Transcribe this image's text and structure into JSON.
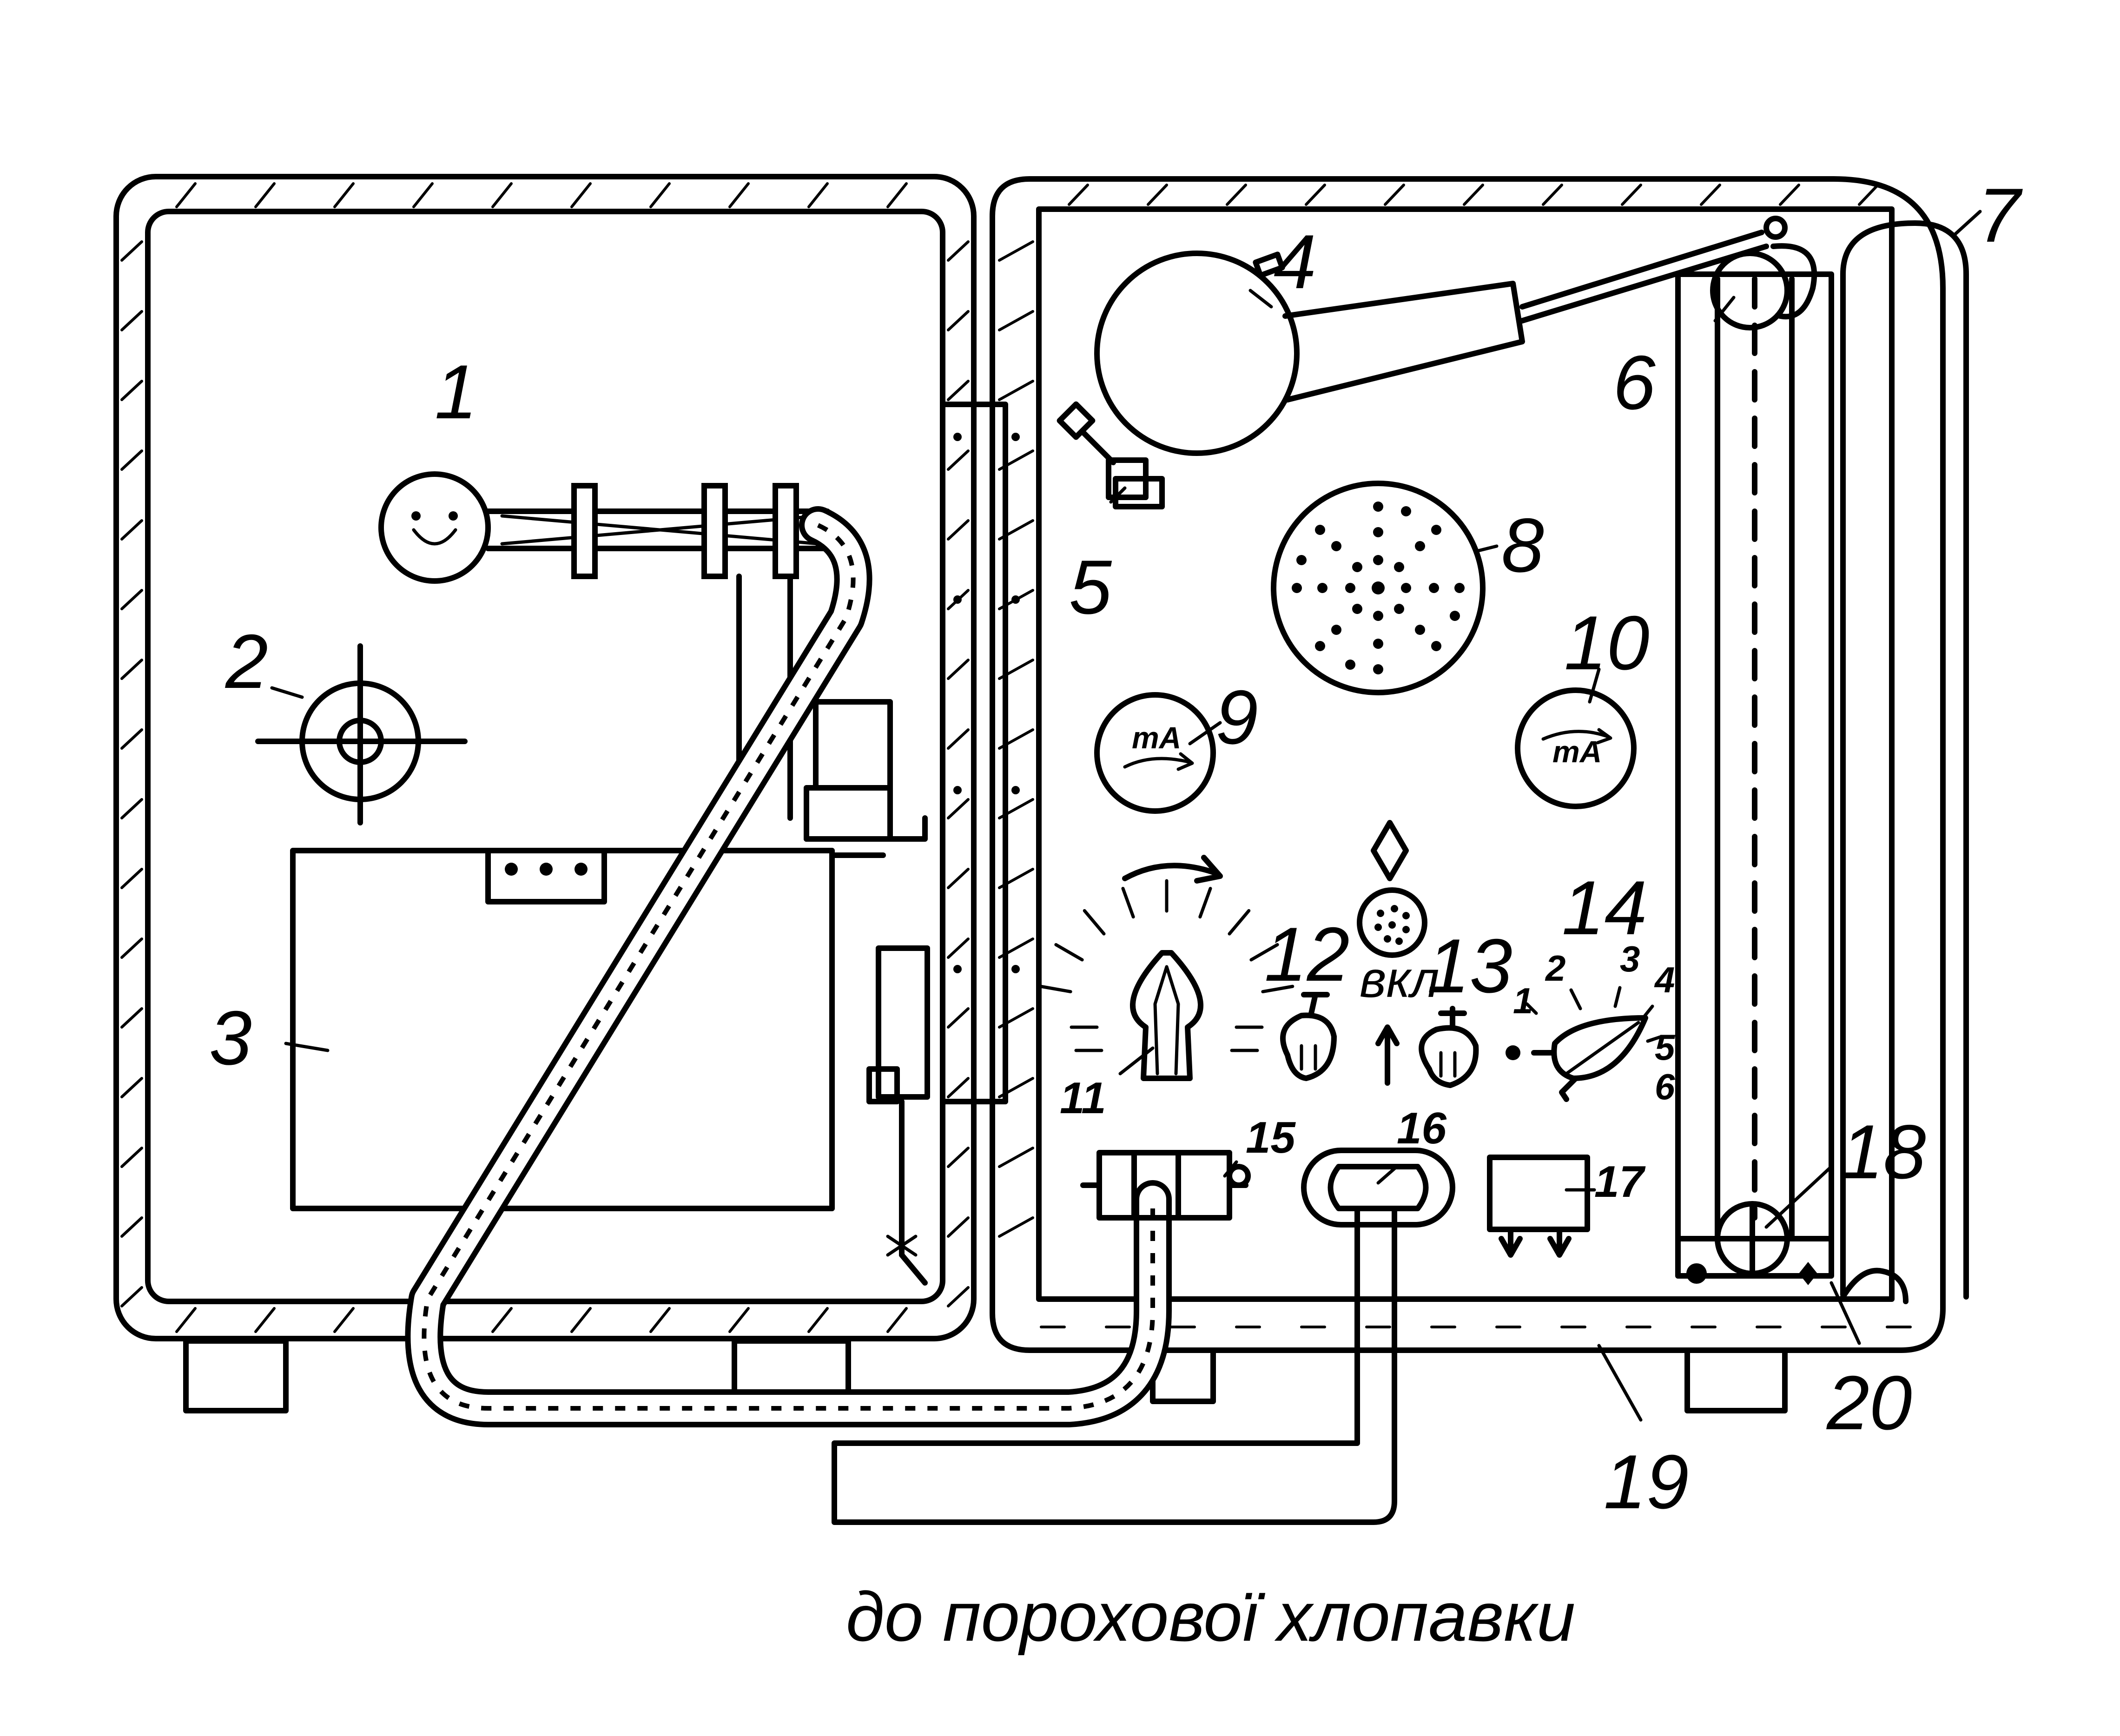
{
  "labels": {
    "l1": "1",
    "l2": "2",
    "l3": "3",
    "l4": "4",
    "l5": "5",
    "l6": "6",
    "l7": "7",
    "l8": "8",
    "l9": "9",
    "l10": "10",
    "l11": "11",
    "l12": "12",
    "l13": "13",
    "l14": "14",
    "l15": "15",
    "l16": "16",
    "l17": "17",
    "l18": "18",
    "l19": "19",
    "l20": "20"
  },
  "meters": {
    "left_unit": "mA",
    "right_unit": "mA"
  },
  "switch": {
    "on_label": "вкл"
  },
  "dial": {
    "d1": "1",
    "d2": "2",
    "d3": "3",
    "d4": "4",
    "d5": "5",
    "d6": "6"
  },
  "caption": "до порохової хлопавки"
}
